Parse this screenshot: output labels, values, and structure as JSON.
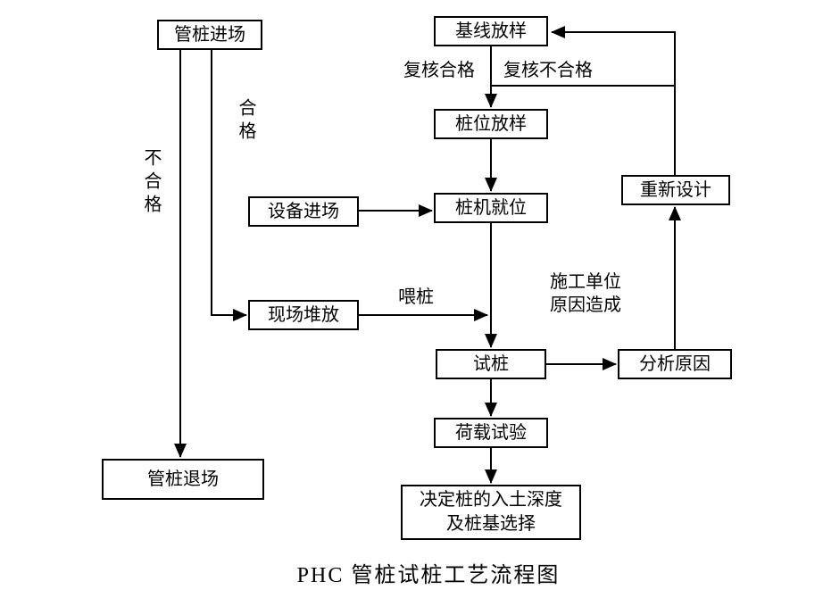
{
  "diagram": {
    "title": "PHC 管桩试桩工艺流程图",
    "nodes": {
      "pipe_pile_entry": "管桩进场",
      "baseline_layout": "基线放样",
      "pile_position_layout": "桩位放样",
      "equipment_entry": "设备进场",
      "pile_machine_in_place": "桩机就位",
      "redesign": "重新设计",
      "site_stacking": "现场堆放",
      "test_pile": "试桩",
      "analyze_cause": "分析原因",
      "load_test": "荷载试验",
      "decision_line1": "决定桩的入土深度",
      "decision_line2": "及桩基选择",
      "pipe_pile_exit": "管桩退场"
    },
    "edge_labels": {
      "review_pass": "复核合格",
      "review_fail": "复核不合格",
      "qualified": "合格",
      "unqualified": "不合格",
      "feed_pile": "喂桩",
      "construction_cause_line1": "施工单位",
      "construction_cause_line2": "原因造成"
    }
  }
}
